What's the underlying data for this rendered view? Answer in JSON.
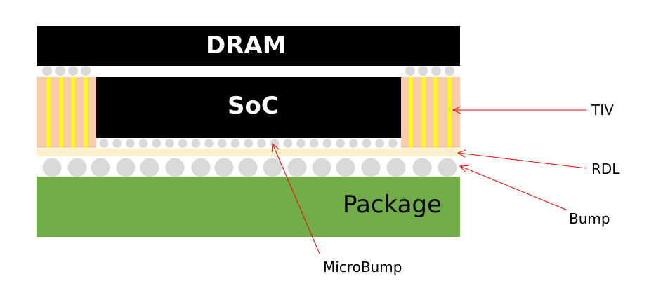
{
  "layers": {
    "dram": "DRAM",
    "soc": "SoC",
    "package": "Package"
  },
  "callouts": {
    "tiv": "TIV",
    "rdl": "RDL",
    "bump": "Bump",
    "microbump": "MicroBump"
  },
  "colors": {
    "die": "#000000",
    "tiv_block": "#F8CBAD",
    "tiv_via": "#FFFF00",
    "rdl": "#FFF2CC",
    "bump": "#D9D9D9",
    "package": "#70AD47",
    "leader_line": "#FF0000"
  }
}
